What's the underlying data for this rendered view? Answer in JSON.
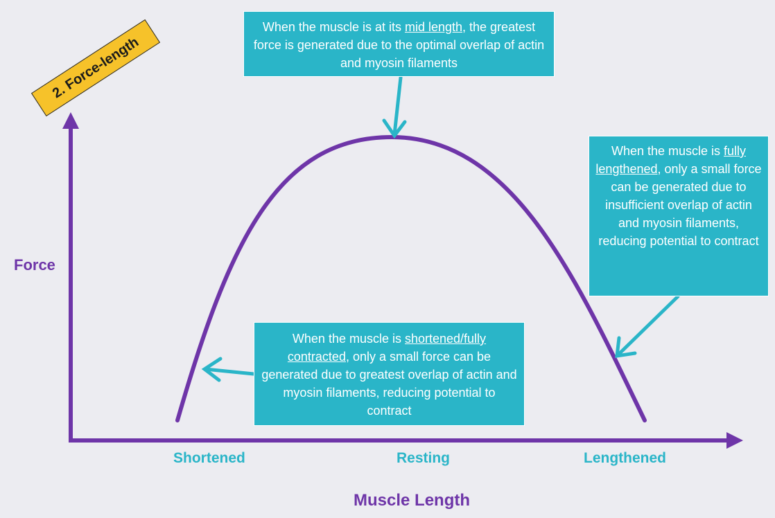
{
  "title_tag": {
    "text": "2.  Force-length"
  },
  "axes": {
    "y_label": "Force",
    "x_label": "Muscle Length",
    "ticks": [
      "Shortened",
      "Resting",
      "Lengthened"
    ]
  },
  "callouts": {
    "top": {
      "pre": "When the muscle is at its ",
      "em": "mid length",
      "post": ", the greatest force is generated due to the optimal overlap of actin and myosin filaments"
    },
    "right": {
      "pre": "When the muscle is ",
      "em": "fully lengthened",
      "post": ", only a small force can be generated due to insufficient overlap of actin and myosin filaments, reducing potential to contract"
    },
    "bottom": {
      "pre": "When the muscle is ",
      "em": "shortened/fully contracted",
      "post": ", only a small force can be generated due to greatest overlap of actin and myosin filaments, reducing potential to contract"
    }
  },
  "colors": {
    "axis": "#6e35a8",
    "curve": "#6e35a8",
    "callout_bg": "#2ab5c8",
    "tick_text": "#2ab5c8",
    "title_tag_bg": "#f6c22a",
    "background": "#ececf1"
  }
}
